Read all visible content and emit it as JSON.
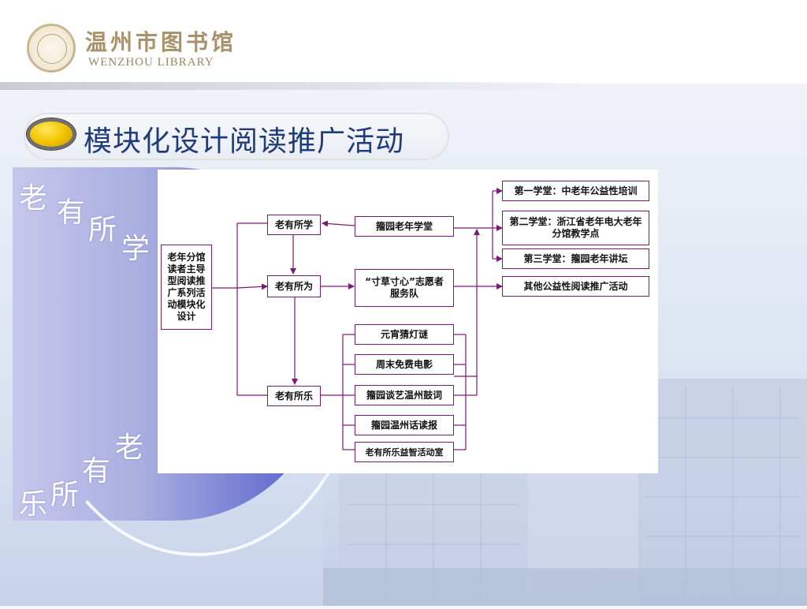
{
  "header": {
    "logo_name": "温州市图书馆",
    "logo_sub": "WENZHOU LIBRARY"
  },
  "title": "模块化设计阅读推广活动",
  "decor_text": {
    "arc_top": [
      "老",
      "有",
      "所",
      "学"
    ],
    "arc_bottom": [
      "老",
      "有",
      "所",
      "乐"
    ]
  },
  "diagram": {
    "root": "老年分馆读者主导型阅读推广系列活动模块化设计",
    "modules": {
      "learn": "老有所学",
      "act": "老有所为",
      "joy": "老有所乐"
    },
    "learn_items": {
      "school": "籀园老年学堂",
      "class1": "第一学堂：中老年公益性培训",
      "class2": "第二学堂：浙江省老年电大老年分馆教学点",
      "class3": "第三学堂：籀园老年讲坛"
    },
    "act_items": {
      "volunteer": "“寸草寸心”志愿者服务队",
      "other": "其他公益性阅读推广活动"
    },
    "joy_items": [
      "元宵猜灯谜",
      "周末免费电影",
      "籀园谈艺温州鼓词",
      "籀园温州话读报",
      "老有所乐益智活动室"
    ]
  },
  "colors": {
    "connector": "#7a1a72",
    "title": "#1f3c7a",
    "logo": "#a9916a"
  }
}
